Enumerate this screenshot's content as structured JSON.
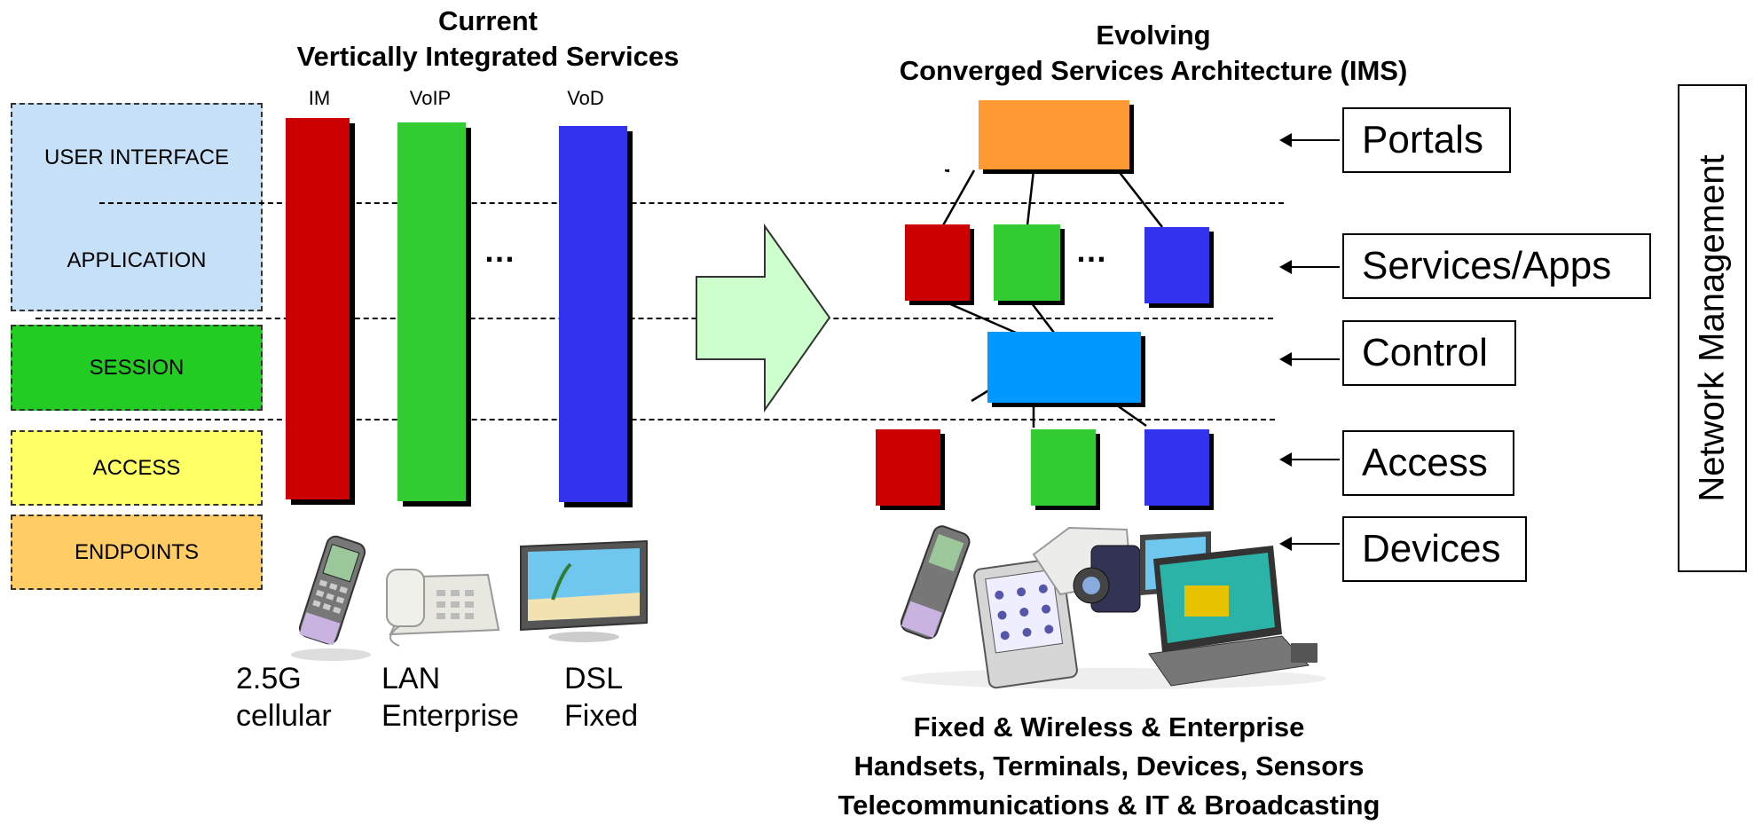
{
  "left_title": {
    "line1": "Current",
    "line2": "Vertically Integrated Services"
  },
  "right_title": {
    "line1": "Evolving",
    "line2": "Converged Services Architecture (IMS)"
  },
  "layers": [
    {
      "label": "USER INTERFACE",
      "color": "#c6e0f7"
    },
    {
      "label": "APPLICATION",
      "color": "#c6e0f7"
    },
    {
      "label": "SESSION",
      "color": "#22cc22"
    },
    {
      "label": "ACCESS",
      "color": "#ffff66"
    },
    {
      "label": "ENDPOINTS",
      "color": "#ffcc66"
    }
  ],
  "columns": [
    {
      "label": "IM",
      "color": "#cc0000"
    },
    {
      "label": "VoIP",
      "color": "#33cc33"
    },
    {
      "label": "VoD",
      "color": "#3333ee"
    }
  ],
  "ellipsis": "…",
  "devices_left": [
    {
      "line1": "2.5G",
      "line2": "cellular",
      "icon": "cellphone-icon"
    },
    {
      "line1": "LAN",
      "line2": "Enterprise",
      "icon": "desk-phone-icon"
    },
    {
      "line1": "DSL",
      "line2": "Fixed",
      "icon": "flat-tv-icon"
    }
  ],
  "right_labels": [
    "Portals",
    "Services/Apps",
    "Control",
    "Access",
    "Devices"
  ],
  "side_label": "Network Management",
  "bottom_text": [
    "Fixed & Wireless & Enterprise",
    "Handsets, Terminals, Devices, Sensors",
    "Telecommunications & IT & Broadcasting"
  ],
  "colors": {
    "portal": "#ff9933",
    "control": "#0099ff",
    "red": "#cc0000",
    "green": "#33cc33",
    "blue": "#3333ee",
    "big_arrow": "#ccffcc"
  }
}
